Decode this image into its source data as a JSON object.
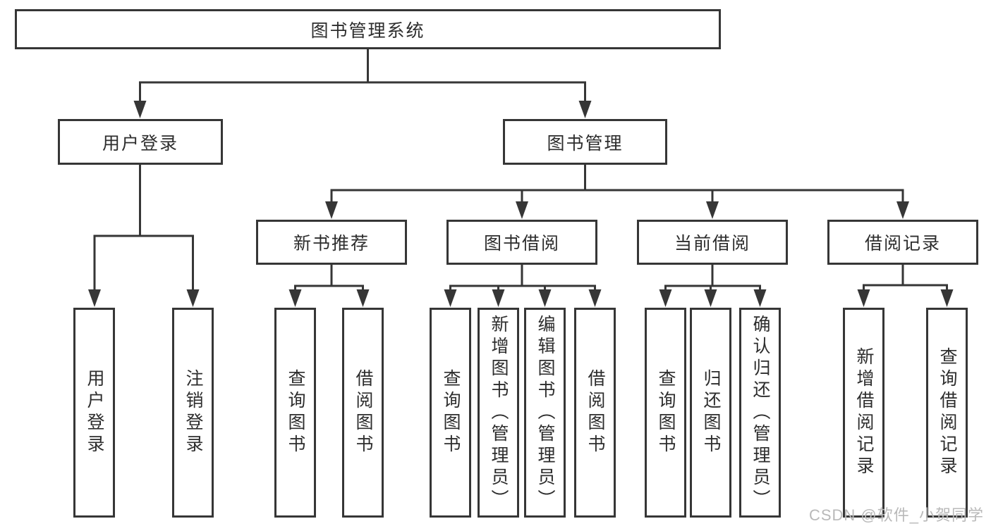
{
  "tree": {
    "label": "图书管理系统",
    "children": [
      {
        "label": "用户登录",
        "children": [
          {
            "label": "用户登录"
          },
          {
            "label": "注销登录"
          }
        ]
      },
      {
        "label": "图书管理",
        "children": [
          {
            "label": "新书推荐",
            "children": [
              {
                "label": "查询图书"
              },
              {
                "label": "借阅图书"
              }
            ]
          },
          {
            "label": "图书借阅",
            "children": [
              {
                "label": "查询图书"
              },
              {
                "label": "新增图书（管理员）"
              },
              {
                "label": "编辑图书（管理员）"
              },
              {
                "label": "借阅图书"
              }
            ]
          },
          {
            "label": "当前借阅",
            "children": [
              {
                "label": "查询图书"
              },
              {
                "label": "归还图书"
              },
              {
                "label": "确认归还（管理员）"
              }
            ]
          },
          {
            "label": "借阅记录",
            "children": [
              {
                "label": "新增借阅记录"
              },
              {
                "label": "查询借阅记录"
              }
            ]
          }
        ]
      }
    ]
  },
  "watermark": {
    "text": "CSDN @软件_小贺同学"
  },
  "colors": {
    "line": "#363636",
    "text": "#2d2d2d",
    "box_background": "#ffffff",
    "watermark": "#b9b9b9",
    "page_background": "#ffffff"
  }
}
